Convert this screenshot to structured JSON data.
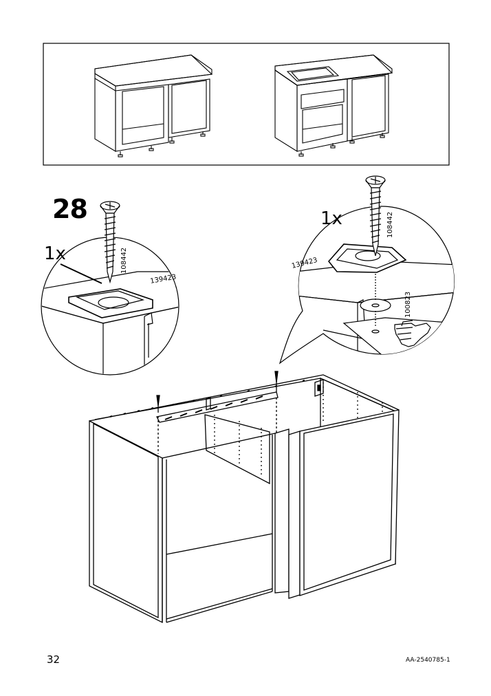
{
  "step": {
    "number": "28"
  },
  "detail_left": {
    "quantity": "1x",
    "screw_code": "108442",
    "part_code": "139423"
  },
  "detail_right": {
    "quantity": "1x",
    "screw_code": "108442",
    "part_code": "139423",
    "washer_code": "100823"
  },
  "footer": {
    "page_number": "32",
    "doc_code": "AA-2540785-1"
  },
  "icons": {
    "pointing_hand": "pointing-hand-icon",
    "screw": "screw-icon"
  }
}
